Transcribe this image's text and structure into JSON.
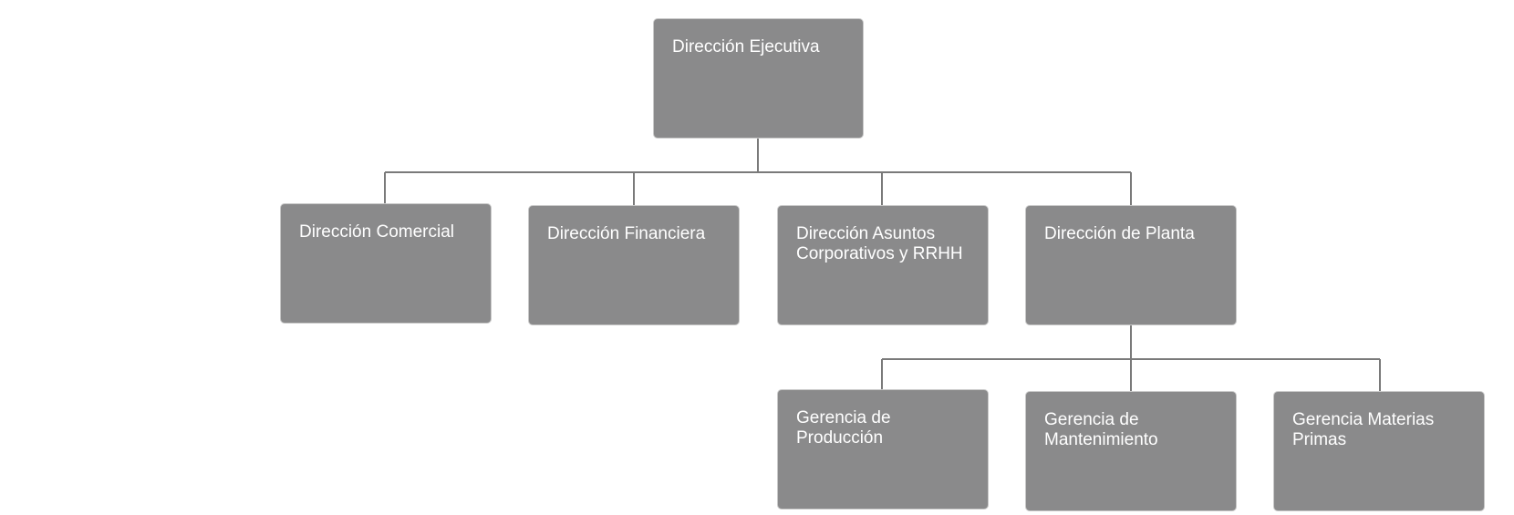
{
  "org_chart": {
    "root": {
      "label": "Dirección Ejecutiva"
    },
    "level1": [
      {
        "label": "Dirección Comercial"
      },
      {
        "label": "Dirección Financiera"
      },
      {
        "label": "Dirección Asuntos Corporativos y RRHH"
      },
      {
        "label": "Dirección de Planta"
      }
    ],
    "level2": [
      {
        "label": "Gerencia de Producción"
      },
      {
        "label": "Gerencia de Mantenimiento"
      },
      {
        "label": "Gerencia Materias Primas"
      }
    ]
  },
  "colors": {
    "box_fill": "#8a8a8b",
    "box_text": "#ffffff",
    "connector": "#7a7a7a"
  }
}
